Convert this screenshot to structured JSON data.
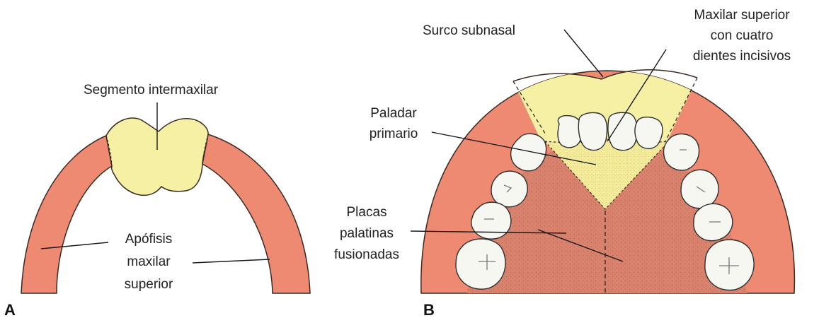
{
  "panel_a": {
    "letter": "A",
    "label_segment": "Segmento intermaxilar",
    "label_process": [
      "Apófisis",
      "maxilar",
      "superior"
    ]
  },
  "panel_b": {
    "letter": "B",
    "label_groove": "Surco subnasal",
    "label_maxilla": [
      "Maxilar superior",
      "con cuatro",
      "dientes incisivos"
    ],
    "label_primary_palate": [
      "Paladar",
      "primario"
    ],
    "label_fused_plates": [
      "Placas",
      "palatinas",
      "fusionadas"
    ]
  },
  "colors": {
    "maxillary_process": "#ef8a72",
    "palatal_plate": "#d9826d",
    "intermaxillary": "#f6f0a4",
    "primary_palate_dots": "#efe889",
    "outline": "#3a2a24"
  }
}
